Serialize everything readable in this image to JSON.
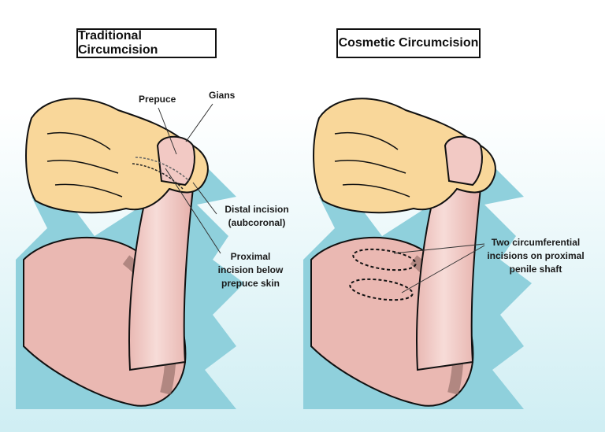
{
  "panels": [
    {
      "title": "Traditional Circumcision",
      "labels": {
        "prepuce": "Prepuce",
        "glans": "Gians",
        "distal_line1": "Distal incision",
        "distal_line2": "(aubcoronal)",
        "proximal_line1": "Proximal",
        "proximal_line2": "incision below",
        "proximal_line3": "prepuce skin"
      }
    },
    {
      "title": "Cosmetic Circumcision",
      "labels": {
        "line1": "Two circumferential",
        "line2": "incisions on proximal",
        "line3": "penile shaft"
      }
    }
  ],
  "colors": {
    "skin": "#f2c9c4",
    "hand": "#f9d79a",
    "water": "#8fd0dc",
    "background": "#e3f4f7"
  }
}
